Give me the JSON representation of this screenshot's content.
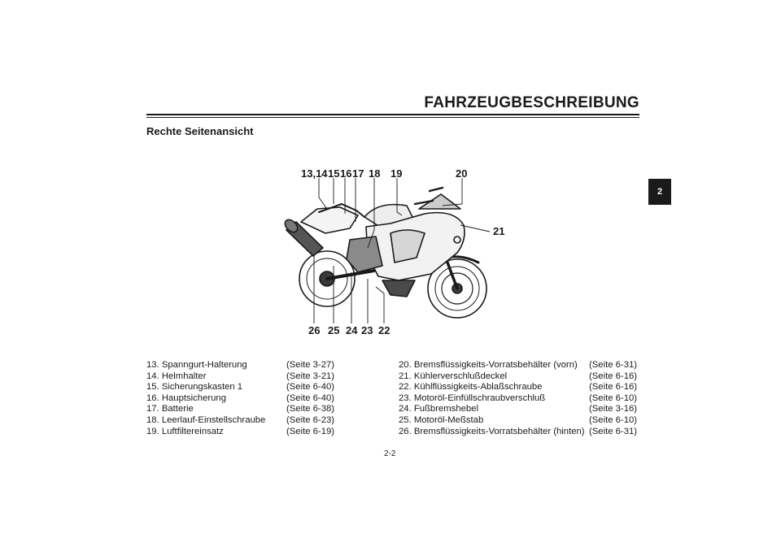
{
  "header": {
    "title": "FAHRZEUGBESCHREIBUNG"
  },
  "chapter_tab": "2",
  "section": {
    "title": "Rechte Seitenansicht"
  },
  "diagram": {
    "callouts_top": [
      "13,14",
      "15",
      "16",
      "17",
      "18",
      "19",
      "20"
    ],
    "callout_side": "21",
    "callouts_bottom": [
      "26",
      "25",
      "24",
      "23",
      "22"
    ]
  },
  "parts_left": [
    {
      "label": "13. Spanngurt-Halterung",
      "page": "(Seite 3-27)"
    },
    {
      "label": "14. Helmhalter",
      "page": "(Seite 3-21)"
    },
    {
      "label": "15. Sicherungskasten 1",
      "page": "(Seite 6-40)"
    },
    {
      "label": "16. Hauptsicherung",
      "page": "(Seite 6-40)"
    },
    {
      "label": "17. Batterie",
      "page": "(Seite 6-38)"
    },
    {
      "label": "18. Leerlauf-Einstellschraube",
      "page": "(Seite 6-23)"
    },
    {
      "label": "19. Luftfiltereinsatz",
      "page": "(Seite 6-19)"
    }
  ],
  "parts_right": [
    {
      "label": "20. Bremsflüssigkeits-Vorratsbehälter (vorn)",
      "page": "(Seite 6-31)"
    },
    {
      "label": "21. Kühlerverschlußdeckel",
      "page": "(Seite 6-16)"
    },
    {
      "label": "22. Kühlflüssigkeits-Ablaßschraube",
      "page": "(Seite 6-16)"
    },
    {
      "label": "23. Motoröl-Einfüllschraubverschluß",
      "page": "(Seite 6-10)"
    },
    {
      "label": "24. Fußbremshebel",
      "page": "(Seite 3-16)"
    },
    {
      "label": "25. Motoröl-Meßstab",
      "page": "(Seite 6-10)"
    },
    {
      "label": "26. Bremsflüssigkeits-Vorratsbehälter (hinten)",
      "page": "(Seite 6-31)"
    }
  ],
  "footer": {
    "page_number": "2-2"
  }
}
